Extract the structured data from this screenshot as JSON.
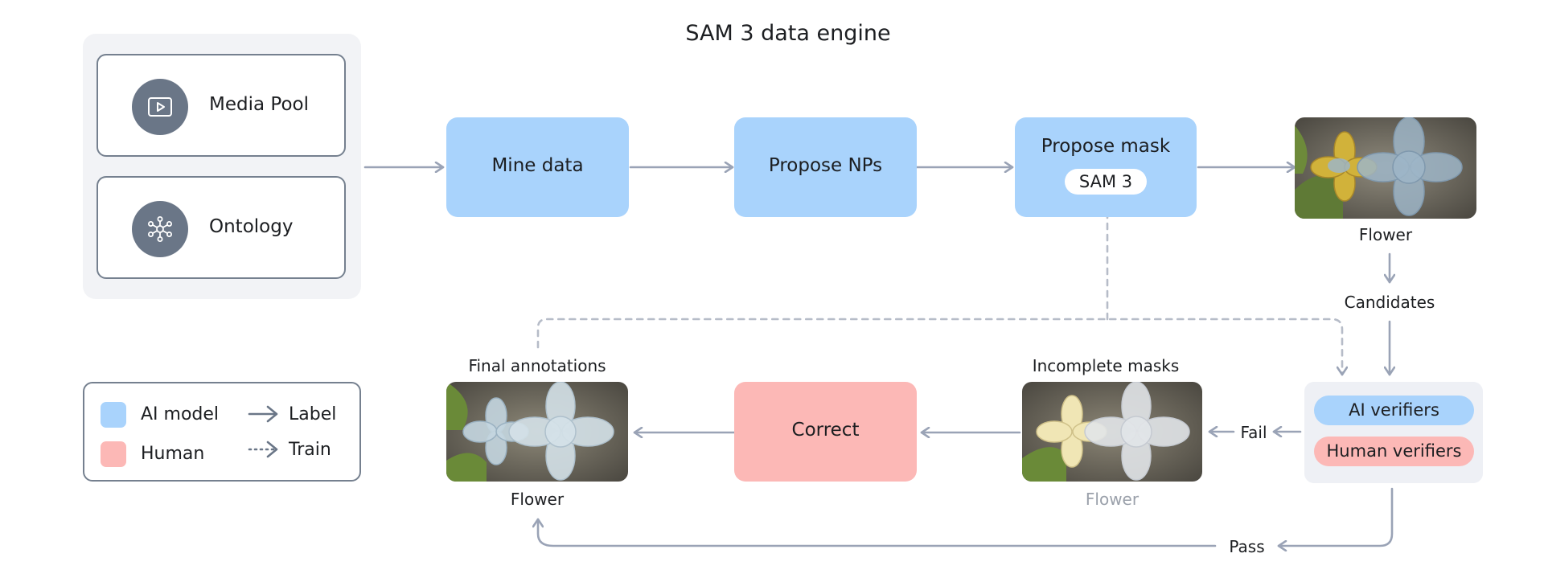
{
  "title": "SAM 3 data engine",
  "sources": {
    "media_pool": {
      "label": "Media Pool",
      "icon": "video-play-icon"
    },
    "ontology": {
      "label": "Ontology",
      "icon": "network-hub-icon"
    }
  },
  "pipeline": {
    "mine_data": "Mine data",
    "propose_nps": "Propose NPs",
    "propose_mask": "Propose mask",
    "sam3": "SAM 3",
    "correct": "Correct"
  },
  "images": {
    "top_right_caption": "Flower",
    "candidates": "Candidates",
    "incomplete_masks_caption": "Incomplete masks",
    "incomplete_masks_subcaption": "Flower",
    "final_annotations_caption": "Final annotations",
    "final_annotations_subcaption": "Flower"
  },
  "verifiers": {
    "ai": "AI verifiers",
    "human": "Human verifiers"
  },
  "edges": {
    "fail": "Fail",
    "pass": "Pass"
  },
  "legend": {
    "ai_model": "AI model",
    "human": "Human",
    "label": "Label",
    "train": "Train"
  },
  "colors": {
    "ai_model": "#a9d3fc",
    "human": "#fcb8b6",
    "arrow": "#9aa3b6",
    "icon_bg": "#6a7687",
    "border": "#75808f"
  }
}
